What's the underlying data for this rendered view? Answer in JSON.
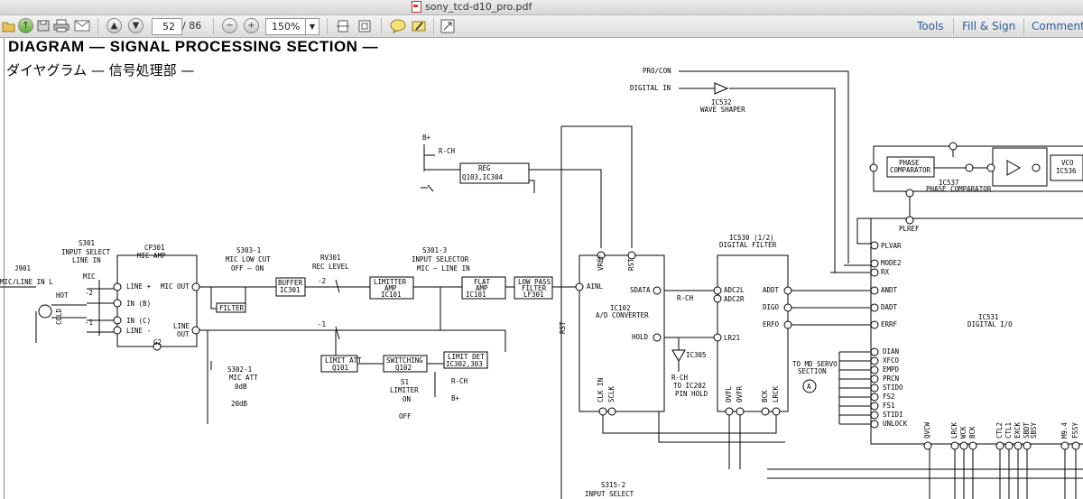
{
  "window": {
    "title": "sony_tcd-d10_pro.pdf"
  },
  "toolbar": {
    "page_current": "52",
    "page_total": "/ 86",
    "zoom": "150%",
    "tools": "Tools",
    "fill_sign": "Fill & Sign",
    "comment": "Comment"
  },
  "icons": [
    "folder-open",
    "cloud",
    "print",
    "email",
    "page-up",
    "page-down",
    "zoom-out",
    "zoom-in",
    "fit-page",
    "fit-width",
    "comment",
    "highlight",
    "expand"
  ],
  "doc": {
    "title_en": "DIAGRAM — SIGNAL PROCESSING SECTION —",
    "title_jp": "ダイヤグラム — 信号処理部 —",
    "labels": {
      "pro_con": "PRO/CON",
      "digital_in": "DIGITAL IN",
      "ic532": "IC532",
      "wave_shaper": "WAVE SHAPER",
      "bplus": "B+",
      "rch": "R-CH",
      "reg": "REG",
      "q103": "Q103,IC304",
      "s301": "S301",
      "input_select": "INPUT SELECT",
      "line_in": "LINE IN",
      "mic": "MIC",
      "cp301": "CP301",
      "mic_amp": "MIC AMP",
      "j901": "J901",
      "mic_line_in": "MIC/LINE IN L",
      "hot": "HOT",
      "cold": "COLD",
      "line_p": "LINE +",
      "in_b": "IN (B)",
      "in_c": "IN (C)",
      "line_m": "LINE -",
      "mic_out": "MIC OUT",
      "line": "LINE",
      "out": "OUT",
      "g2": "G2",
      "s303": "S303-1",
      "mic_low_cut": "MIC LOW CUT",
      "off_on": "OFF — ON",
      "filter": "FILTER",
      "buffer": "BUFFER",
      "ic301": "IC301",
      "rv301": "RV301",
      "rec_level": "REC LEVEL",
      "limitter": "LIMITTER",
      "amp": "AMP",
      "ic101": "IC101",
      "s3013": "S301-3",
      "input_selector": "INPUT SELECTOR",
      "mic_line_in2": "MIC — LINE IN",
      "flat": "FLAT",
      "amp2": "AMP",
      "ic101b": "IC101",
      "low_pass": "LOW PASS",
      "filter2": "FILTER",
      "lf301": "LF301",
      "limit_att": "LIMIT ATT",
      "q101": "Q101",
      "switching": "SWITCHING",
      "q102": "Q102",
      "limit_det": "LIMIT DET",
      "ic302": "IC302,303",
      "s1": "S1",
      "limiter": "LIMITER",
      "on": "ON",
      "off": "OFF",
      "s302": "S302-1",
      "mic_att": "MIC ATT",
      "db0": "0dB",
      "db20": "20dB",
      "m2": "-2",
      "m1": "-1",
      "vref": "VREF",
      "rst": "RST",
      "ainl": "AINL",
      "sdata": "SDATA",
      "ic102": "IC102",
      "ad_conv": "A/D CONVERTER",
      "hold": "HOLD",
      "clk_in": "CLK IN",
      "sclk": "SCLK",
      "ic305": "IC305",
      "to_ic202": "TO IC202",
      "pin_hold": "PIN HOLD",
      "ic530": "IC530 (1/2)",
      "digital_filter": "DIGITAL FILTER",
      "adc2l": "ADC2L",
      "adc2r": "ADC2R",
      "lr21": "LR21",
      "addt": "ADDT",
      "digo": "DIGO",
      "erfo": "ERFO",
      "ovfl": "OVFL",
      "ovfr": "OVFR",
      "bck": "BCK",
      "lrck": "LRCK",
      "to_md_servo": "TO MD SERVO",
      "section": "SECTION",
      "circle_a": "A",
      "phase": "PHASE",
      "comparator": "COMPARATOR",
      "ic537": "IC537",
      "phase_comp": "PHASE COMPARATOR",
      "vco": "VCO",
      "ic536": "IC536",
      "plref": "PLREF",
      "plvar": "PLVAR",
      "mode2": "MODE2",
      "rx": "RX",
      "andt": "ANDT",
      "dadt": "DADT",
      "errf": "ERRF",
      "ic531": "IC531",
      "digital_io": "DIGITAL I/O",
      "dian": "DIAN",
      "xfco": "XFCO",
      "empd": "EMPD",
      "prcn": "PRCN",
      "stido": "STIDO",
      "fs2": "FS2",
      "fs1": "FS1",
      "stidi": "STIDI",
      "unlock": "UNLOCK",
      "qvcw": "QVCW",
      "lrck2": "LRCK",
      "wck": "WCK",
      "bck2": "BCK",
      "ctl2": "CTL2",
      "ctl1": "CTL1",
      "exck": "EXCK",
      "sbdt": "SBDT",
      "sbsy": "SBSY",
      "m94": "M9.4",
      "fssy": "FSSY",
      "s315": "S315-2",
      "input_select2": "INPUT SELECT"
    }
  }
}
